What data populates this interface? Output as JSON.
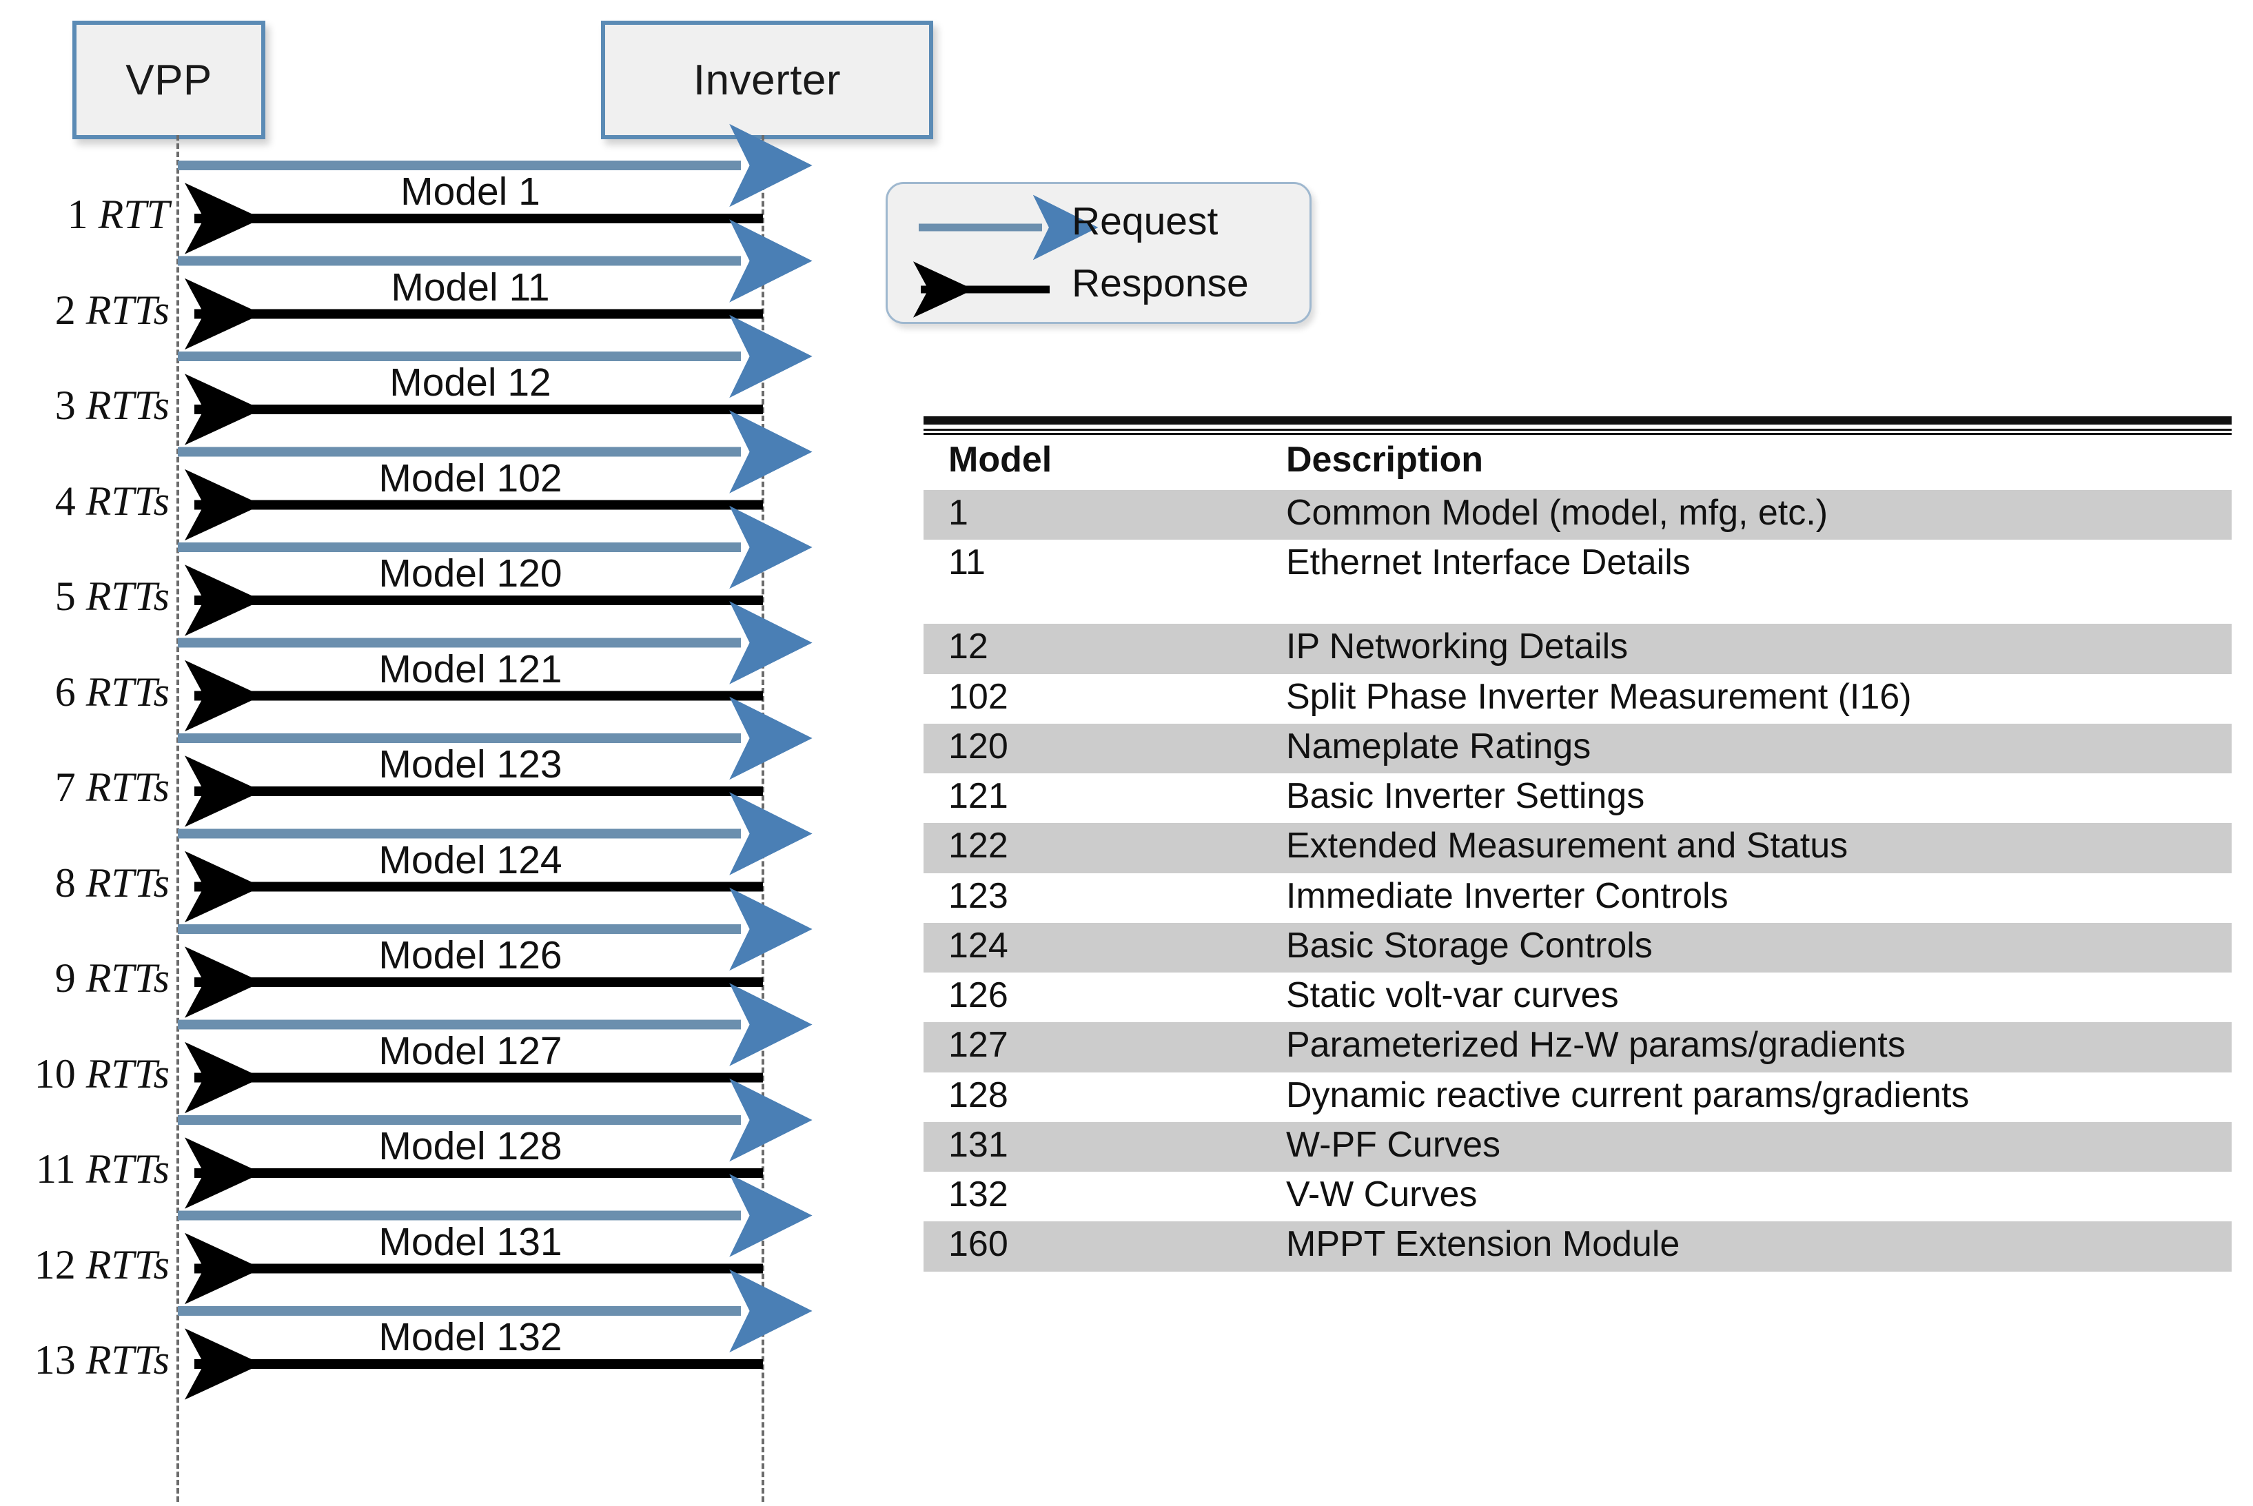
{
  "diagram": {
    "actors": [
      {
        "id": "vpp",
        "label": "VPP"
      },
      {
        "id": "inverter",
        "label": "Inverter"
      }
    ],
    "legend": {
      "request_label": "Request",
      "response_label": "Response",
      "request_color": "#5B8BB5",
      "response_color": "#000000"
    },
    "messages": [
      {
        "rtt_num": "1",
        "rtt_unit": "RTT",
        "label": "Model 1"
      },
      {
        "rtt_num": "2",
        "rtt_unit": "RTTs",
        "label": "Model 11"
      },
      {
        "rtt_num": "3",
        "rtt_unit": "RTTs",
        "label": "Model 12"
      },
      {
        "rtt_num": "4",
        "rtt_unit": "RTTs",
        "label": "Model 102"
      },
      {
        "rtt_num": "5",
        "rtt_unit": "RTTs",
        "label": "Model 120"
      },
      {
        "rtt_num": "6",
        "rtt_unit": "RTTs",
        "label": "Model 121"
      },
      {
        "rtt_num": "7",
        "rtt_unit": "RTTs",
        "label": "Model 123"
      },
      {
        "rtt_num": "8",
        "rtt_unit": "RTTs",
        "label": "Model 124"
      },
      {
        "rtt_num": "9",
        "rtt_unit": "RTTs",
        "label": "Model 126"
      },
      {
        "rtt_num": "10",
        "rtt_unit": "RTTs",
        "label": "Model 127"
      },
      {
        "rtt_num": "11",
        "rtt_unit": "RTTs",
        "label": "Model 128"
      },
      {
        "rtt_num": "12",
        "rtt_unit": "RTTs",
        "label": "Model 131"
      },
      {
        "rtt_num": "13",
        "rtt_unit": "RTTs",
        "label": "Model 132"
      }
    ]
  },
  "table": {
    "columns": [
      "Model",
      "Description"
    ],
    "rows": [
      {
        "model": "1",
        "description": "Common Model (model, mfg, etc.)",
        "shaded": true
      },
      {
        "model": "11",
        "description": "Ethernet Interface Details",
        "shaded": false
      },
      {
        "model": "",
        "description": "",
        "shaded": false,
        "spacer": true
      },
      {
        "model": "12",
        "description": "IP Networking  Details",
        "shaded": true
      },
      {
        "model": "102",
        "description": "Split Phase Inverter Measurement  (I16)",
        "shaded": false
      },
      {
        "model": "120",
        "description": "Nameplate  Ratings",
        "shaded": true
      },
      {
        "model": "121",
        "description": "Basic Inverter Settings",
        "shaded": false
      },
      {
        "model": "122",
        "description": "Extended  Measurement  and Status",
        "shaded": true
      },
      {
        "model": "123",
        "description": "Immediate  Inverter  Controls",
        "shaded": false
      },
      {
        "model": "124",
        "description": "Basic Storage Controls",
        "shaded": true
      },
      {
        "model": "126",
        "description": "Static volt-var  curves",
        "shaded": false
      },
      {
        "model": "127",
        "description": "Parameterized Hz-W params/gradients",
        "shaded": true
      },
      {
        "model": "128",
        "description": "Dynamic reactive current params/gradients",
        "shaded": false
      },
      {
        "model": "131",
        "description": "W-PF Curves",
        "shaded": true
      },
      {
        "model": "132",
        "description": "V-W Curves",
        "shaded": false
      },
      {
        "model": "160",
        "description": "MPPT Extension Module",
        "shaded": true
      }
    ]
  }
}
